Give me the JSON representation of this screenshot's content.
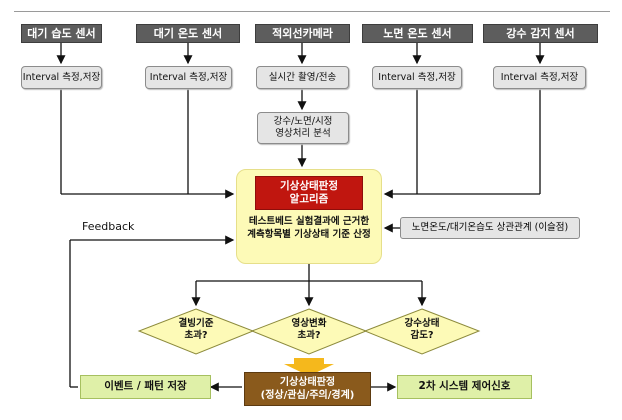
{
  "sensors": [
    "대기 습도 센서",
    "대기 온도 센서",
    "적외선카메라",
    "노면 온도 센서",
    "강수 감지 센서"
  ],
  "processes": [
    "Interval 측정,저장",
    "Interval 측정,저장",
    "실시간 촬영/전송",
    "Interval 측정,저장",
    "Interval 측정,저장"
  ],
  "image_analysis": [
    "강수/노면/시정",
    "영상처리 분석"
  ],
  "algorithm": [
    "기상상태판정",
    "알고리즘"
  ],
  "algorithm_desc": [
    "테스트베드 실험결과에 근거한",
    "계측항목별 기상상태 기준 산정"
  ],
  "correlation": "노면온도/대기온습도 상관관계 (이슬점)",
  "feedback": "Feedback",
  "decisions": [
    {
      "line1": "결빙기준",
      "line2": "초과?"
    },
    {
      "line1": "영상변화",
      "line2": "초과?"
    },
    {
      "line1": "강수상태",
      "line2": "감도?"
    }
  ],
  "event_store": "이벤트 / 패턴 저장",
  "judgement": [
    "기상상태판정",
    "(정상/관심/주의/경계)"
  ],
  "control": "2차 시스템 제어신호",
  "colors": {
    "sensor": "#5d5d5d",
    "algorithm_bg": "#fdfab7",
    "algorithm_title": "#c0160f",
    "judgement": "#8a5a1c",
    "output": "#dff0a8",
    "decision": "#fdfab7",
    "merge_arrow": "#f5b81c"
  }
}
